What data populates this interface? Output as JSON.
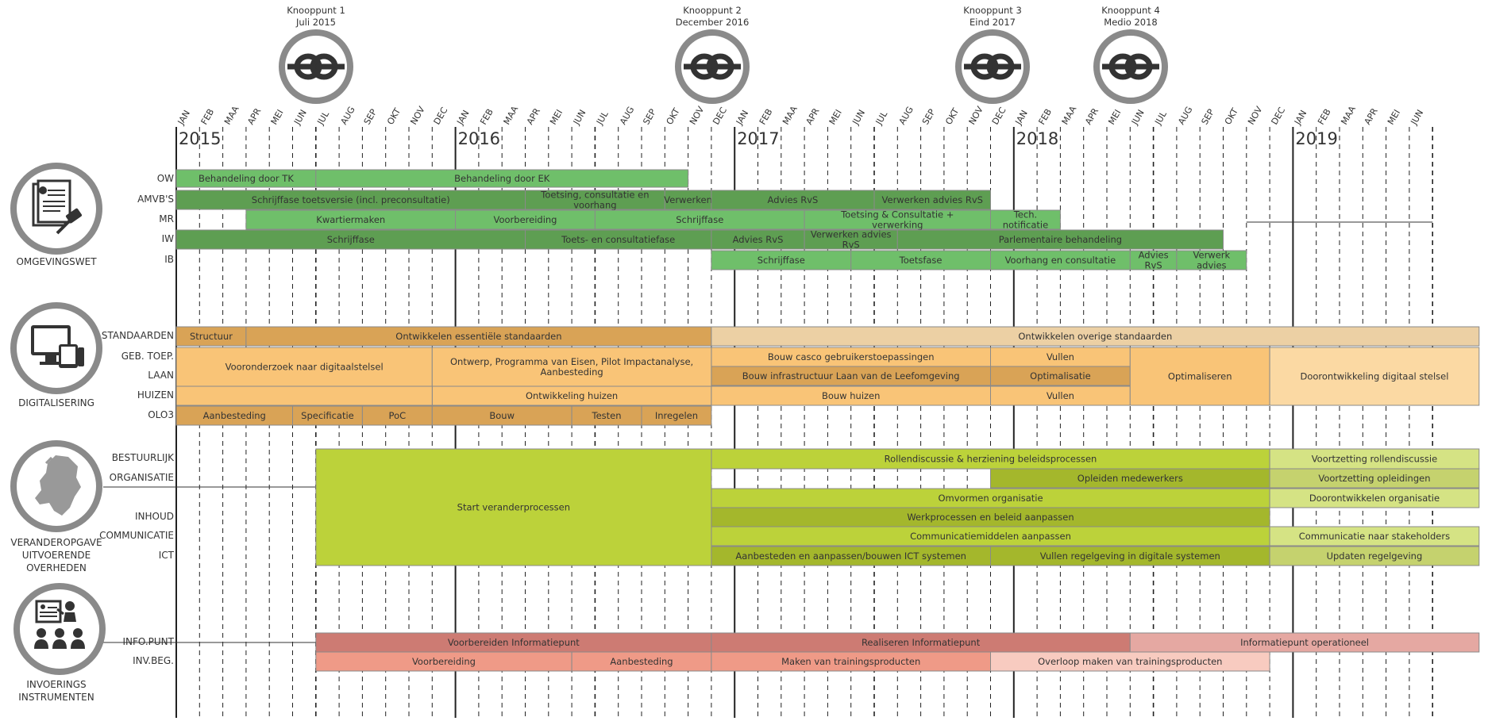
{
  "months": [
    "JAN",
    "FEB",
    "MAA",
    "APR",
    "MEI",
    "JUN",
    "JUL",
    "AUG",
    "SEP",
    "OKT",
    "NOV",
    "DEC",
    "JAN",
    "FEB",
    "MAA",
    "APR",
    "MEI",
    "JUN",
    "JUL",
    "AUG",
    "SEP",
    "OKT",
    "NOV",
    "DEC",
    "JAN",
    "FEB",
    "MAA",
    "APR",
    "MEI",
    "JUN",
    "JUL",
    "AUG",
    "SEP",
    "OKT",
    "NOV",
    "DEC",
    "JAN",
    "FEB",
    "MAA",
    "APR",
    "MEI",
    "JUN",
    "JUL",
    "AUG",
    "SEP",
    "OKT",
    "NOV",
    "DEC",
    "JAN",
    "FEB",
    "MAA",
    "APR",
    "MEI",
    "JUN"
  ],
  "years": [
    "2015",
    "2016",
    "2017",
    "2018",
    "2019"
  ],
  "milestones": [
    {
      "title": "Knooppunt 1",
      "date": "Juli 2015"
    },
    {
      "title": "Knooppunt 2",
      "date": "December 2016"
    },
    {
      "title": "Knooppunt 3",
      "date": "Eind 2017"
    },
    {
      "title": "Knooppunt 4",
      "date": "Medio 2018"
    }
  ],
  "sections": [
    {
      "name": "OMGEVINGSWET",
      "icon": "document-gavel-icon"
    },
    {
      "name": "DIGITALISERING",
      "icon": "devices-icon"
    },
    {
      "name": "VERANDEROPGAVE UITVOERENDE OVERHEDEN",
      "icon": "netherlands-map-icon"
    },
    {
      "name": "INVOERINGS INSTRUMENTEN",
      "icon": "presentation-audience-icon"
    }
  ],
  "rows": [
    {
      "label": "OW",
      "bars": [
        {
          "start": 0,
          "end": 6,
          "text": "Behandeling door TK",
          "color": "#6fbf6a"
        },
        {
          "start": 6,
          "end": 22,
          "text": "Behandeling door EK",
          "color": "#6fbf6a"
        }
      ]
    },
    {
      "label": "AMVB'S",
      "bars": [
        {
          "start": 0,
          "end": 15,
          "text": "Schrijffase toetsversie (incl. preconsultatie)",
          "color": "#5e9e52"
        },
        {
          "start": 15,
          "end": 21,
          "text": "Toetsing, consultatie en voorhang",
          "color": "#5e9e52"
        },
        {
          "start": 21,
          "end": 23,
          "text": "Verwerken",
          "color": "#5e9e52"
        },
        {
          "start": 23,
          "end": 30,
          "text": "Advies RvS",
          "color": "#5e9e52"
        },
        {
          "start": 30,
          "end": 35,
          "text": "Verwerken advies RvS",
          "color": "#5e9e52"
        }
      ]
    },
    {
      "label": "MR",
      "bars": [
        {
          "start": 3,
          "end": 12,
          "text": "Kwartiermaken",
          "color": "#6fbf6a"
        },
        {
          "start": 12,
          "end": 18,
          "text": "Voorbereiding",
          "color": "#6fbf6a"
        },
        {
          "start": 18,
          "end": 27,
          "text": "Schrijffase",
          "color": "#6fbf6a"
        },
        {
          "start": 27,
          "end": 35,
          "text": "Toetsing & Consultatie + verwerking",
          "color": "#6fbf6a"
        },
        {
          "start": 35,
          "end": 38,
          "text": "Tech. notificatie",
          "color": "#6fbf6a"
        }
      ]
    },
    {
      "label": "IW",
      "bars": [
        {
          "start": 0,
          "end": 15,
          "text": "Schrijffase",
          "color": "#5e9e52"
        },
        {
          "start": 15,
          "end": 23,
          "text": "Toets- en consultatiefase",
          "color": "#5e9e52"
        },
        {
          "start": 23,
          "end": 27,
          "text": "Advies RvS",
          "color": "#5e9e52"
        },
        {
          "start": 27,
          "end": 31,
          "text": "Verwerken advies RvS",
          "color": "#5e9e52"
        },
        {
          "start": 31,
          "end": 45,
          "text": "Parlementaire behandeling",
          "color": "#5e9e52"
        }
      ]
    },
    {
      "label": "IB",
      "bars": [
        {
          "start": 23,
          "end": 29,
          "text": "Schrijffase",
          "color": "#6fbf6a"
        },
        {
          "start": 29,
          "end": 35,
          "text": "Toetsfase",
          "color": "#6fbf6a"
        },
        {
          "start": 35,
          "end": 41,
          "text": "Voorhang en consultatie",
          "color": "#6fbf6a"
        },
        {
          "start": 41,
          "end": 43,
          "text": "Advies RvS",
          "color": "#6fbf6a"
        },
        {
          "start": 43,
          "end": 46,
          "text": "Verwerk advies",
          "color": "#6fbf6a"
        }
      ]
    },
    {
      "label": "STANDAARDEN",
      "bars": [
        {
          "start": 0,
          "end": 3,
          "text": "Structuur",
          "color": "#d9a356"
        },
        {
          "start": 3,
          "end": 23,
          "text": "Ontwikkelen essentiële standaarden",
          "color": "#d9a356"
        },
        {
          "start": 23,
          "end": 56,
          "text": "Ontwikkelen overige standaarden",
          "color": "#ecd0a4"
        }
      ]
    },
    {
      "label": "GEB. TOEP.",
      "bars": [
        {
          "start": 23,
          "end": 35,
          "text": "Bouw casco gebruikerstoepassingen",
          "color": "#f9c477"
        },
        {
          "start": 35,
          "end": 41,
          "text": "Vullen",
          "color": "#f9c477"
        }
      ]
    },
    {
      "label": "LAAN",
      "bars": [
        {
          "start": 23,
          "end": 35,
          "text": "Bouw infrastructuur Laan van de Leefomgeving",
          "color": "#d9a356"
        },
        {
          "start": 35,
          "end": 41,
          "text": "Optimalisatie",
          "color": "#d9a356"
        }
      ]
    },
    {
      "label": "HUIZEN",
      "bars": [
        {
          "start": 11,
          "end": 23,
          "text": "Ontwikkeling huizen",
          "color": "#f9c477"
        },
        {
          "start": 23,
          "end": 35,
          "text": "Bouw huizen",
          "color": "#f9c477"
        },
        {
          "start": 35,
          "end": 41,
          "text": "Vullen",
          "color": "#f9c477"
        }
      ]
    },
    {
      "label": "OLO3",
      "bars": [
        {
          "start": 0,
          "end": 5,
          "text": "Aanbesteding",
          "color": "#d9a356"
        },
        {
          "start": 5,
          "end": 8,
          "text": "Specificatie",
          "color": "#d9a356"
        },
        {
          "start": 8,
          "end": 11,
          "text": "PoC",
          "color": "#d9a356"
        },
        {
          "start": 11,
          "end": 17,
          "text": "Bouw",
          "color": "#d9a356"
        },
        {
          "start": 17,
          "end": 20,
          "text": "Testen",
          "color": "#d9a356"
        },
        {
          "start": 20,
          "end": 23,
          "text": "Inregelen",
          "color": "#d9a356"
        }
      ]
    },
    {
      "label": "BESTUURLIJK",
      "bars": [
        {
          "start": 23,
          "end": 47,
          "text": "Rollendiscussie & herziening beleidsprocessen",
          "color": "#bcd23a"
        },
        {
          "start": 47,
          "end": 56,
          "text": "Voortzetting rollendiscussie",
          "color": "#d5e384"
        }
      ]
    },
    {
      "label": "ORGANISATIE",
      "bars": [
        {
          "start": 35,
          "end": 47,
          "text": "Opleiden medewerkers",
          "color": "#a4b72c"
        },
        {
          "start": 47,
          "end": 56,
          "text": "Voortzetting opleidingen",
          "color": "#c5d26e"
        }
      ]
    },
    {
      "label": "",
      "bars": [
        {
          "start": 23,
          "end": 47,
          "text": "Omvormen organisatie",
          "color": "#bcd23a"
        },
        {
          "start": 47,
          "end": 56,
          "text": "Doorontwikkelen organisatie",
          "color": "#d5e384"
        }
      ]
    },
    {
      "label": "INHOUD",
      "bars": [
        {
          "start": 23,
          "end": 47,
          "text": "Werkprocessen  en beleid aanpassen",
          "color": "#a4b72c"
        }
      ]
    },
    {
      "label": "COMMUNICATIE",
      "bars": [
        {
          "start": 23,
          "end": 47,
          "text": "Communicatiemiddelen  aanpassen",
          "color": "#bcd23a"
        },
        {
          "start": 47,
          "end": 56,
          "text": "Communicatie naar stakeholders",
          "color": "#d5e384"
        }
      ]
    },
    {
      "label": "ICT",
      "bars": [
        {
          "start": 23,
          "end": 35,
          "text": "Aanbesteden en aanpassen/bouwen ICT systemen",
          "color": "#a4b72c"
        },
        {
          "start": 35,
          "end": 47,
          "text": "Vullen regelgeving in digitale systemen",
          "color": "#a4b72c"
        },
        {
          "start": 47,
          "end": 56,
          "text": "Updaten regelgeving",
          "color": "#c5d26e"
        }
      ]
    },
    {
      "label": "INFO.PUNT",
      "bars": [
        {
          "start": 6,
          "end": 23,
          "text": "Voorbereiden Informatiepunt",
          "color": "#cd7b73"
        },
        {
          "start": 23,
          "end": 41,
          "text": "Realiseren Informatiepunt",
          "color": "#cd7b73"
        },
        {
          "start": 41,
          "end": 56,
          "text": "Informatiepunt operationeel",
          "color": "#e5a8a2"
        }
      ]
    },
    {
      "label": "INV.BEG.",
      "bars": [
        {
          "start": 6,
          "end": 17,
          "text": "Voorbereiding",
          "color": "#ef9a87"
        },
        {
          "start": 17,
          "end": 23,
          "text": "Aanbesteding",
          "color": "#ef9a87"
        },
        {
          "start": 23,
          "end": 35,
          "text": "Maken van trainingsproducten",
          "color": "#ef9a87"
        },
        {
          "start": 35,
          "end": 47,
          "text": "Overloop maken van trainingsproducten",
          "color": "#f8cbc0"
        }
      ]
    }
  ],
  "merged_blocks": [
    {
      "row_from": 0,
      "row_to": 0,
      "start": 0,
      "end": 0,
      "text": "",
      "color": ""
    },
    {
      "text": "Vooronderzoek naar digitaalstelsel",
      "color": "#f9c477",
      "start": 0,
      "end": 11,
      "rows": "GEB. TOEP.-LAAN"
    },
    {
      "text": "Ontwerp, Programma van Eisen, Pilot Impactanalyse, Aanbesteding",
      "color": "#f9c477",
      "start": 11,
      "end": 23,
      "rows": "GEB. TOEP.-LAAN"
    },
    {
      "text": "Optimaliseren",
      "color": "#f9c477",
      "start": 41,
      "end": 47,
      "rows": "GEB. TOEP.-HUIZEN"
    },
    {
      "text": "Doorontwikkeling digitaal stelsel",
      "color": "#fbd9a3",
      "start": 47,
      "end": 56,
      "rows": "GEB. TOEP.-HUIZEN"
    },
    {
      "text": "Start veranderprocessen",
      "color": "#bcd23a",
      "start": 6,
      "end": 23,
      "rows": "BESTUURLIJK-ICT"
    }
  ]
}
